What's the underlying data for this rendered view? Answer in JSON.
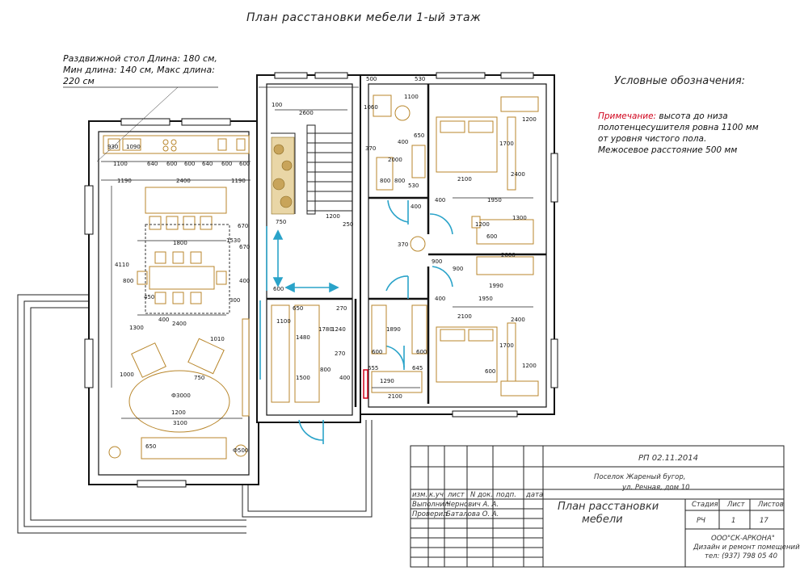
{
  "title": "План расстановки мебели 1-ый этаж",
  "table_note": [
    "Раздвижной стол Длина: 180 см,",
    "Мин длина: 140 см, Макс длина:",
    "220 см"
  ],
  "legend": {
    "heading": "Условные обозначения:",
    "note_label": "Примечание:",
    "note_lines": [
      " высота до низа",
      "полотенцесушителя ровна 1100 мм",
      "от уровня чистого пола.",
      "Межосевое расстояние 500 мм"
    ]
  },
  "dims": {
    "kitchen_row": [
      "1100",
      "640",
      "600",
      "600",
      "640",
      "600",
      "600"
    ],
    "k1": "930",
    "k2": "1090",
    "row2": [
      "1190",
      "2400",
      "1190"
    ],
    "d1800": "1800",
    "d2400": "2400",
    "d1000": "1000",
    "d1300": "1300",
    "d4110": "4110",
    "d800": "800",
    "d450": "450",
    "d400": "400",
    "d600": "600",
    "d670": "670",
    "d1530": "1530",
    "d300": "300",
    "d1010": "1010",
    "d750": "750",
    "d3000": "Ф3000",
    "d1200": "1200",
    "d3100": "3100",
    "d650": "650",
    "d500": "Ф500",
    "d2600": "2600",
    "d100": "100",
    "d250": "250",
    "d370": "370",
    "bath": [
      "500",
      "530",
      "1100",
      "1060",
      "370",
      "800",
      "800",
      "2000",
      "400",
      "400",
      "650",
      "530"
    ],
    "bed1": [
      "1200",
      "1700",
      "2100",
      "2400",
      "1950",
      "400",
      "1300",
      "1200",
      "600"
    ],
    "bed2": [
      "2000",
      "1990",
      "1950",
      "2100",
      "2400",
      "400",
      "1200",
      "1700",
      "600"
    ],
    "mid": [
      "900",
      "900",
      "1890",
      "1290",
      "2100",
      "655",
      "645",
      "600",
      "600"
    ],
    "stor": [
      "650",
      "1100",
      "1480",
      "1780",
      "1240",
      "800",
      "1500",
      "400",
      "270",
      "270"
    ]
  },
  "stamp": {
    "code": "РП 02.11.2014",
    "address1": "Поселок Жареный бугор,",
    "address2": "ул. Речная, дом 10",
    "cols": [
      "изм.",
      "к.уч.",
      "лист",
      "N док.",
      "подп.",
      "дата"
    ],
    "role1": "Выполнил",
    "name1": "Чернович А. А.",
    "role2": "Проверил",
    "name2": "Баталова О. А.",
    "sheet_title1": "План расстановки",
    "sheet_title2": "мебели",
    "h_stage": "Стадия",
    "h_sheet": "Лист",
    "h_sheets": "Листов",
    "v_stage": "РЧ",
    "v_sheet": "1",
    "v_sheets": "17",
    "org1": "ООО\"СК-АРКОНА\"",
    "org2": "Дизайн и ремонт помещений",
    "org3": "тел: (937) 798 05 40"
  },
  "colors": {
    "wall": "#111111",
    "furniture": "#b8862b",
    "door": "#2aa3c9",
    "dim": "#222222",
    "accent": "#d0021b"
  }
}
